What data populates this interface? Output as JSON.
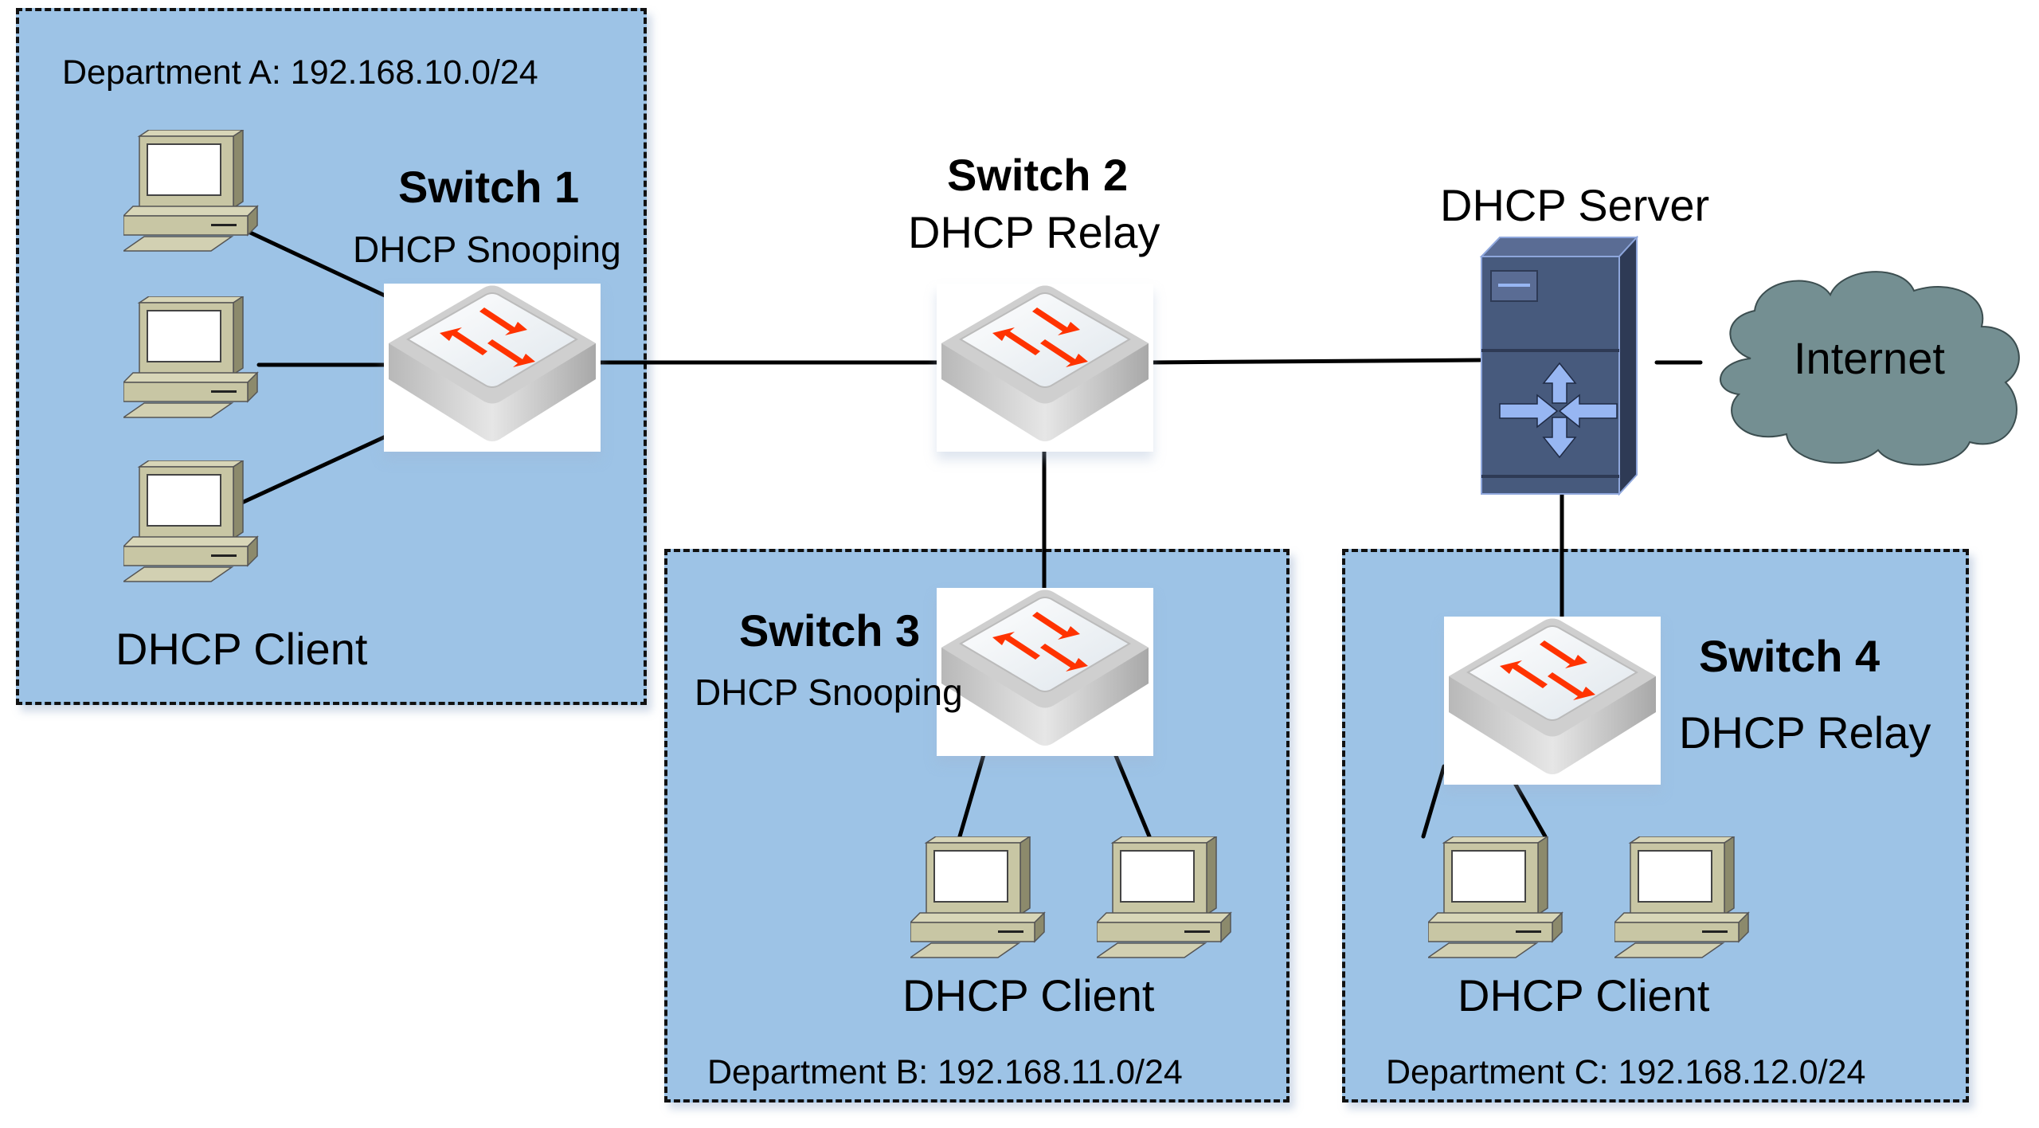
{
  "diagram": {
    "departments": [
      {
        "id": "A",
        "label": "Department A: 192.168.10.0/24",
        "client_label": "DHCP Client",
        "client_count": 3
      },
      {
        "id": "B",
        "label": "Department B: 192.168.11.0/24",
        "client_label": "DHCP Client",
        "client_count": 2
      },
      {
        "id": "C",
        "label": "Department C: 192.168.12.0/24",
        "client_label": "DHCP Client",
        "client_count": 2
      }
    ],
    "switches": [
      {
        "name": "Switch 1",
        "role": "DHCP Snooping"
      },
      {
        "name": "Switch 2",
        "role": "DHCP Relay"
      },
      {
        "name": "Switch 3",
        "role": "DHCP Snooping"
      },
      {
        "name": "Switch 4",
        "role": "DHCP Relay"
      }
    ],
    "server": {
      "label": "DHCP Server"
    },
    "cloud": {
      "label": "Internet"
    },
    "links": [
      {
        "from": "Department A clients",
        "to": "Switch 1"
      },
      {
        "from": "Switch 1",
        "to": "Switch 2"
      },
      {
        "from": "Switch 2",
        "to": "DHCP Server"
      },
      {
        "from": "DHCP Server",
        "to": "Internet"
      },
      {
        "from": "Switch 2",
        "to": "Switch 3"
      },
      {
        "from": "DHCP Server",
        "to": "Switch 4"
      },
      {
        "from": "Switch 3",
        "to": "Department B clients"
      },
      {
        "from": "Switch 4",
        "to": "Department C clients"
      }
    ],
    "colors": {
      "zone_fill": "#9dc3e6",
      "zone_border": "#111111",
      "server_body": "#475a7d",
      "server_side": "#2e3a55",
      "server_arrows": "#97b6f2",
      "cloud_fill": "#748f92",
      "switch_arrow": "#ff3300",
      "pc_body": "#c8c6a4"
    }
  }
}
